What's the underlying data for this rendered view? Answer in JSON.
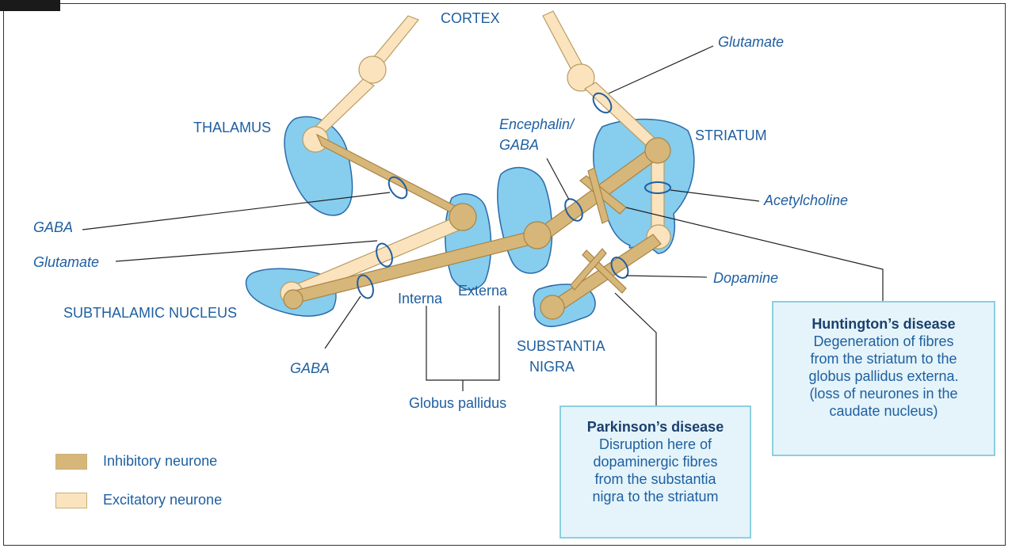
{
  "regions": {
    "cortex": "CORTEX",
    "thalamus": "THALAMUS",
    "striatum": "STRIATUM",
    "subthalamic": "SUBTHALAMIC NUCLEUS",
    "interna": "Interna",
    "externa": "Externa",
    "globus": "Globus pallidus",
    "substantia_line1": "SUBSTANTIA",
    "substantia_line2": "NIGRA"
  },
  "transmitters": {
    "glutamate_top": "Glutamate",
    "encephalin_line1": "Encephalin/",
    "encephalin_line2": "GABA",
    "acetylcholine": "Acetylcholine",
    "gaba_left": "GABA",
    "glutamate_left": "Glutamate",
    "dopamine": "Dopamine",
    "gaba_bottom": "GABA"
  },
  "huntington": {
    "title": "Huntington’s disease",
    "lines": [
      "Degeneration of fibres",
      "from the striatum to the",
      "globus pallidus externa.",
      "(loss of neurones in the",
      "caudate nucleus)"
    ]
  },
  "parkinson": {
    "title": "Parkinson’s disease",
    "lines": [
      "Disruption here of",
      "dopaminergic fibres",
      "from the substantia",
      "nigra to the striatum"
    ]
  },
  "legend": {
    "inhibitory": "Inhibitory neurone",
    "excitatory": "Excitatory neurone",
    "inhibitory_color": "#d7b67a",
    "excitatory_color": "#fbe3bd"
  },
  "colors": {
    "region_fill": "#86cdee",
    "region_stroke": "#2a6aa8",
    "label": "#1f5fa0"
  }
}
